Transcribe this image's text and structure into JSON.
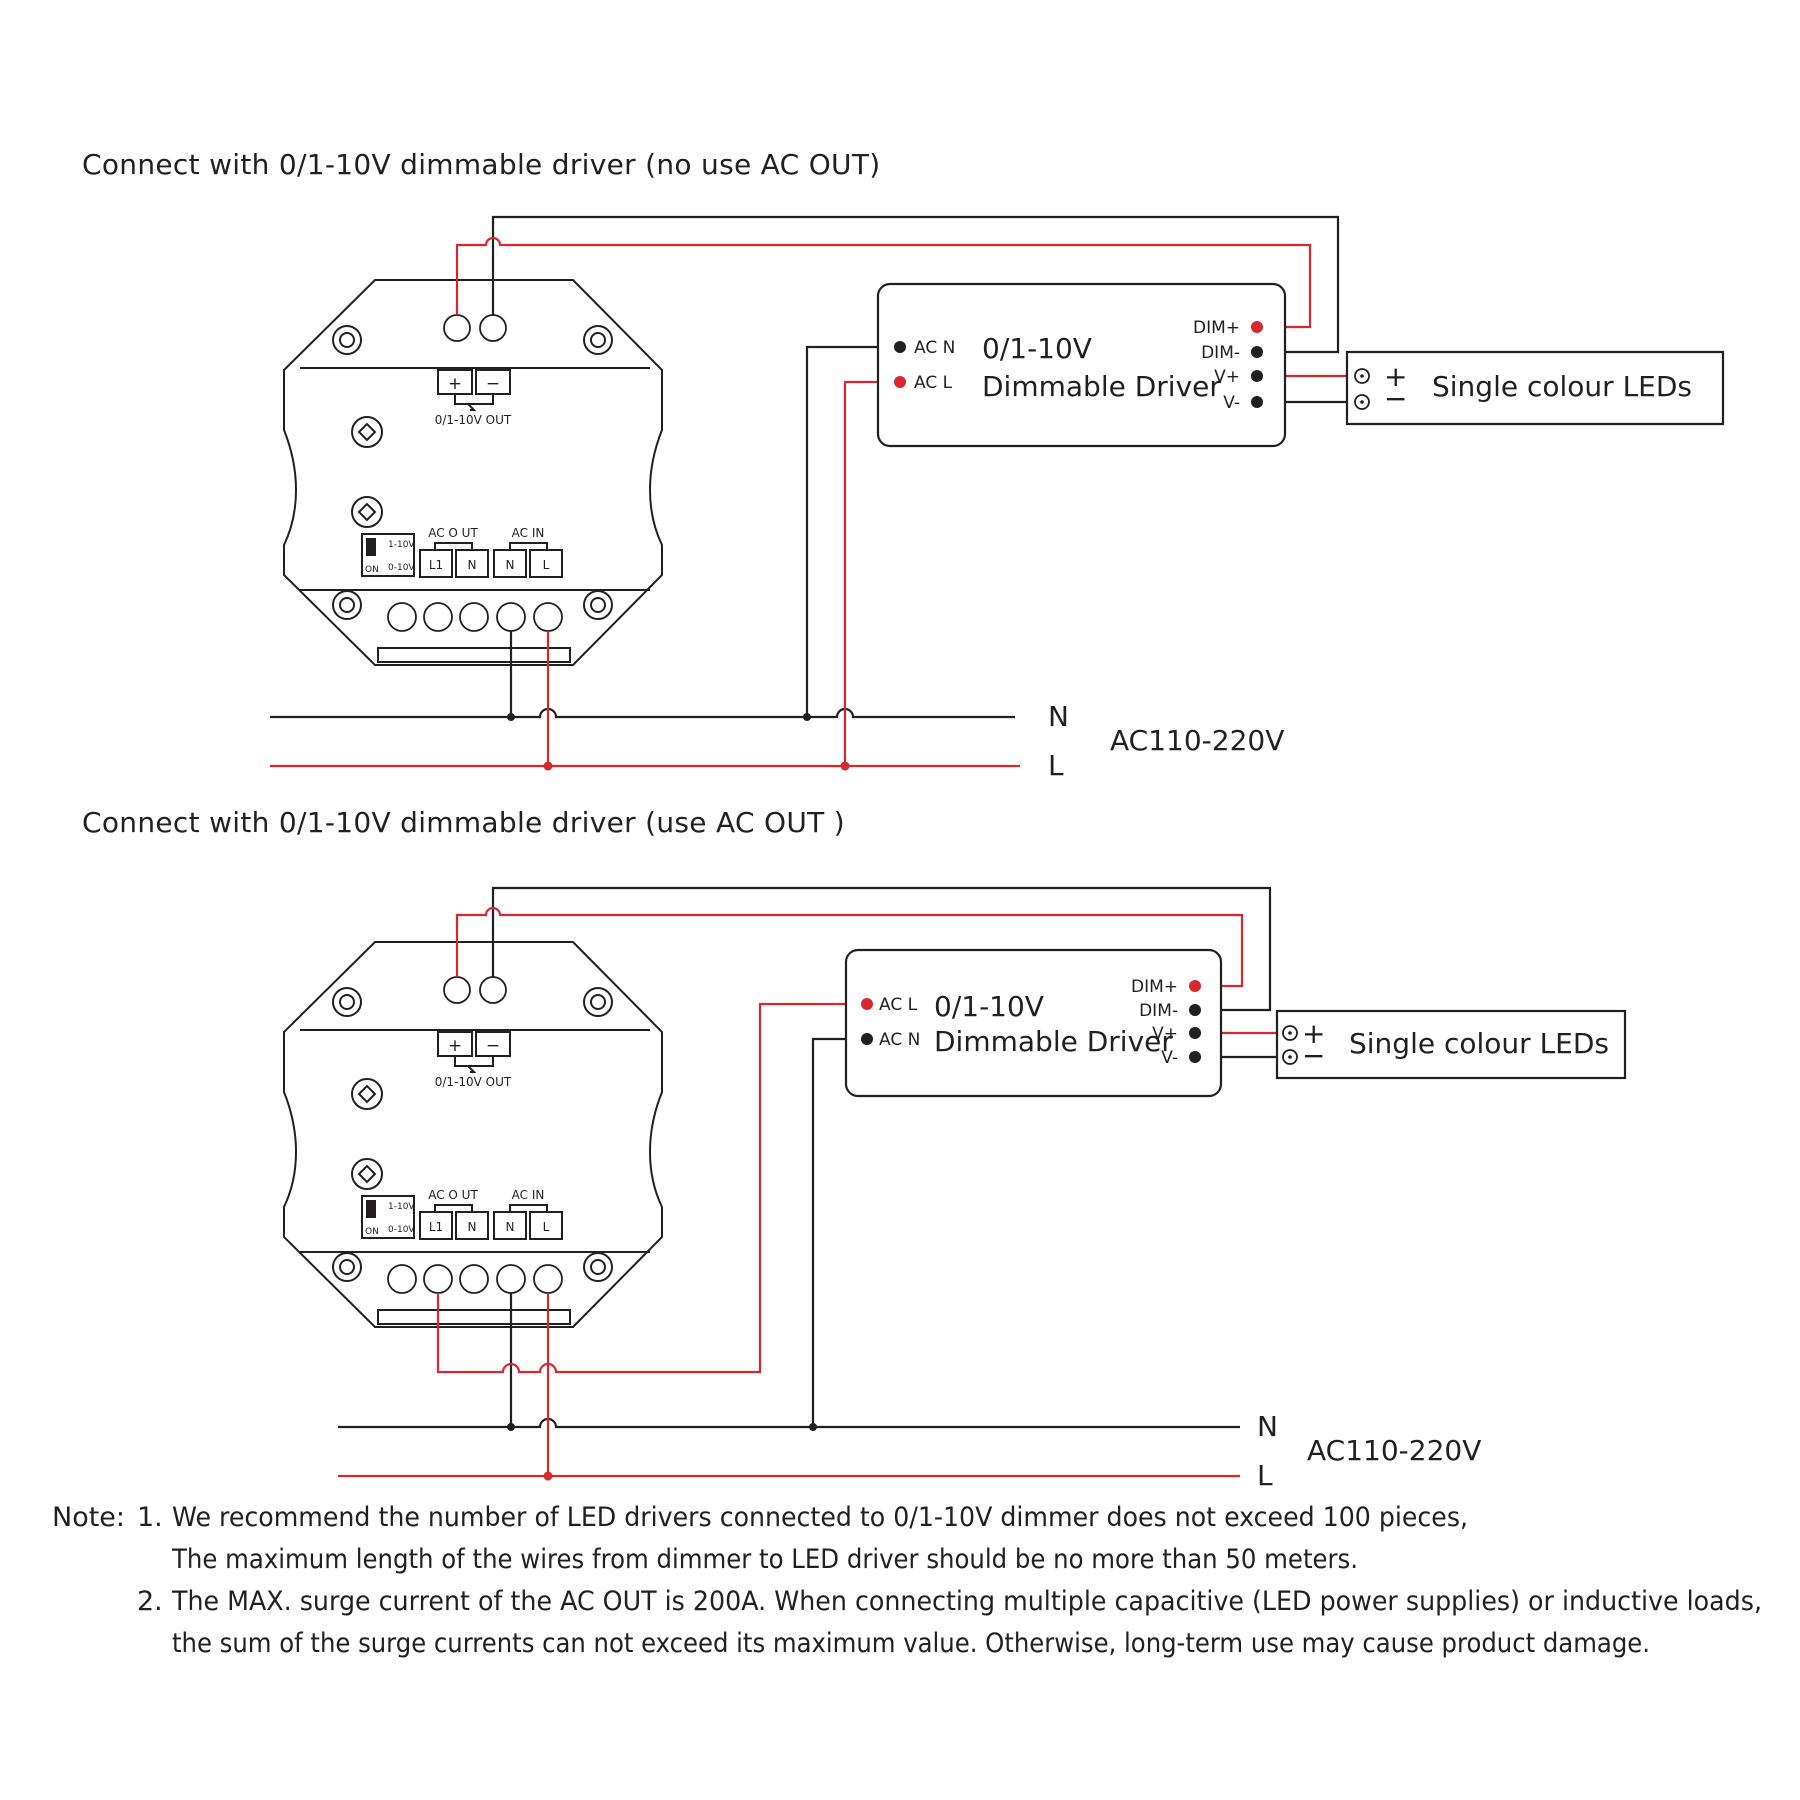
{
  "diagram1": {
    "title": "Connect with 0/1-10V dimmable driver (no use AC OUT)",
    "device": {
      "plus": "+",
      "minus": "−",
      "out_label": "0/1-10V OUT",
      "ac_out": "AC O UT",
      "ac_in": "AC IN",
      "terms": [
        "L1",
        "N",
        "N",
        "L"
      ],
      "switch_top": "1-10V",
      "switch_bottom": "0-10V",
      "switch_on": "ON"
    },
    "driver": {
      "title_line1": "0/1-10V",
      "title_line2": "Dimmable Driver",
      "left_top": "AC N",
      "left_bottom": "AC L",
      "right": [
        "DIM+",
        "DIM-",
        "V+",
        "V-"
      ]
    },
    "leds": {
      "label": "Single colour LEDs",
      "plus": "+",
      "minus": "−"
    },
    "mains": {
      "n": "N",
      "l": "L",
      "voltage": "AC110-220V"
    }
  },
  "diagram2": {
    "title": "Connect with 0/1-10V dimmable driver (use AC OUT )",
    "device": {
      "plus": "+",
      "minus": "−",
      "out_label": "0/1-10V OUT",
      "ac_out": "AC O UT",
      "ac_in": "AC IN",
      "terms": [
        "L1",
        "N",
        "N",
        "L"
      ],
      "switch_top": "1-10V",
      "switch_bottom": "0-10V",
      "switch_on": "ON"
    },
    "driver": {
      "title_line1": "0/1-10V",
      "title_line2": "Dimmable Driver",
      "left_top": "AC L",
      "left_bottom": "AC N",
      "right": [
        "DIM+",
        "DIM-",
        "V+",
        "V-"
      ]
    },
    "leds": {
      "label": "Single colour LEDs",
      "plus": "+",
      "minus": "−"
    },
    "mains": {
      "n": "N",
      "l": "L",
      "voltage": "AC110-220V"
    }
  },
  "notes": {
    "prefix": "Note:",
    "n1_num": "1.",
    "n1_line1": "We recommend the number of LED drivers connected to 0/1-10V dimmer does not exceed 100 pieces,",
    "n1_line2": "The maximum length of the wires from dimmer to LED driver should be no more than 50 meters.",
    "n2_num": "2.",
    "n2_line1": "The MAX. surge current of the AC OUT is 200A. When connecting multiple capacitive (LED power supplies) or inductive loads,",
    "n2_line2": "the sum of the surge currents can not exceed its maximum value. Otherwise, long-term use may cause product damage."
  },
  "colors": {
    "wire_black": "#231f20",
    "wire_red": "#d7282f"
  }
}
